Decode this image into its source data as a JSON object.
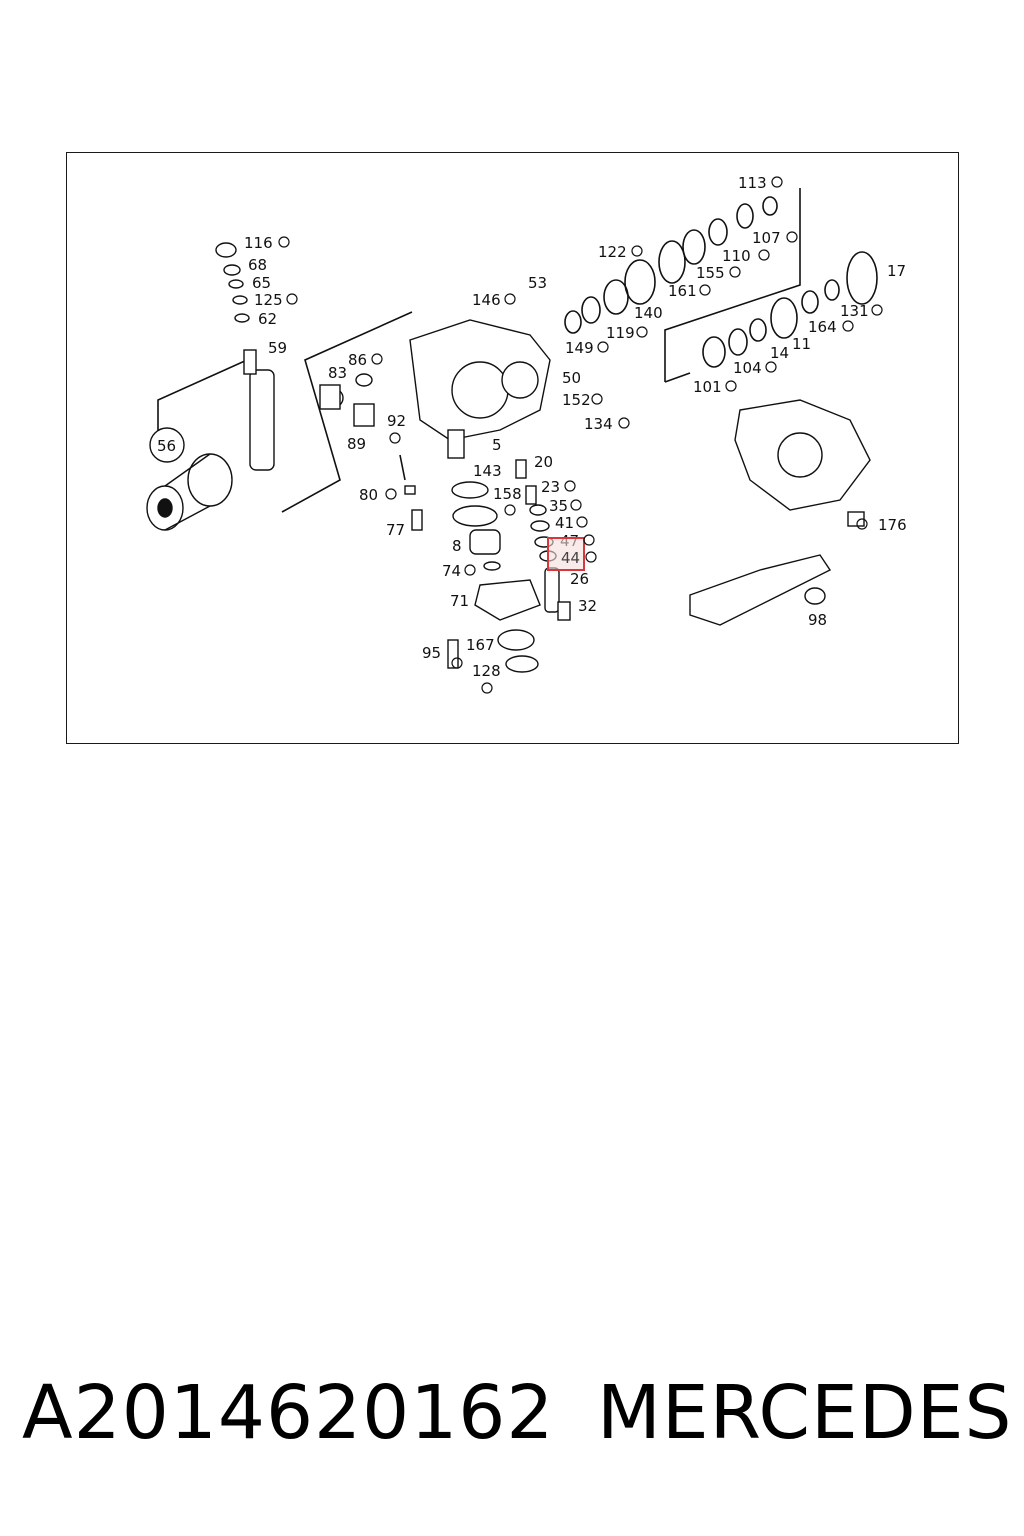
{
  "diagram": {
    "highlighted_callout": "44",
    "highlight_color": "#d9363e",
    "callouts": [
      "113",
      "107",
      "122",
      "110",
      "155",
      "17",
      "161",
      "116",
      "68",
      "65",
      "125",
      "62",
      "59",
      "146",
      "53",
      "140",
      "119",
      "149",
      "131",
      "164",
      "11",
      "14",
      "104",
      "101",
      "86",
      "83",
      "50",
      "152",
      "134",
      "92",
      "89",
      "56",
      "5",
      "143",
      "20",
      "158",
      "23",
      "80",
      "35",
      "41",
      "77",
      "47",
      "44",
      "26",
      "8",
      "74",
      "71",
      "32",
      "176",
      "167",
      "95",
      "128",
      "98"
    ]
  },
  "footer": {
    "part_number": "A2014620162",
    "brand": "MERCEDES"
  }
}
